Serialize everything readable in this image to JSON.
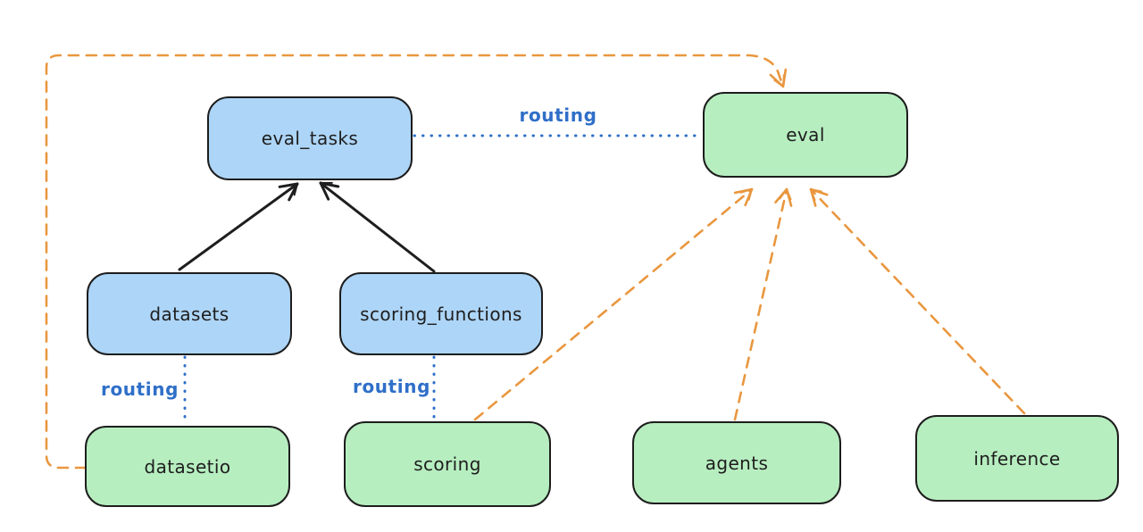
{
  "nodes": {
    "eval_tasks": {
      "label": "eval_tasks",
      "fill": "#add5f7"
    },
    "eval": {
      "label": "eval",
      "fill": "#b7eec0"
    },
    "datasets": {
      "label": "datasets",
      "fill": "#add5f7"
    },
    "scoring_functions": {
      "label": "scoring_functions",
      "fill": "#add5f7"
    },
    "datasetio": {
      "label": "datasetio",
      "fill": "#b7eec0"
    },
    "scoring": {
      "label": "scoring",
      "fill": "#b7eec0"
    },
    "agents": {
      "label": "agents",
      "fill": "#b7eec0"
    },
    "inference": {
      "label": "inference",
      "fill": "#b7eec0"
    }
  },
  "edge_labels": {
    "routing_top": "routing",
    "routing_datasets": "routing",
    "routing_scoring": "routing"
  },
  "edges": [
    {
      "from": "datasets",
      "to": "eval_tasks",
      "style": "solid-arrow",
      "color": "#1e1e1e"
    },
    {
      "from": "scoring_functions",
      "to": "eval_tasks",
      "style": "solid-arrow",
      "color": "#1e1e1e"
    },
    {
      "from": "eval_tasks",
      "to": "eval",
      "style": "dotted",
      "color": "#2f6fc8",
      "label": "routing"
    },
    {
      "from": "datasets",
      "to": "datasetio",
      "style": "dotted",
      "color": "#2f6fc8",
      "label": "routing"
    },
    {
      "from": "scoring_functions",
      "to": "scoring",
      "style": "dotted",
      "color": "#2f6fc8",
      "label": "routing"
    },
    {
      "from": "datasetio",
      "to": "eval",
      "style": "dashed-arrow",
      "color": "#e9973f"
    },
    {
      "from": "scoring",
      "to": "eval",
      "style": "dashed-arrow",
      "color": "#e9973f"
    },
    {
      "from": "agents",
      "to": "eval",
      "style": "dashed-arrow",
      "color": "#e9973f"
    },
    {
      "from": "inference",
      "to": "eval",
      "style": "dashed-arrow",
      "color": "#e9973f"
    }
  ],
  "colors": {
    "node_blue": "#add5f7",
    "node_green": "#b7eec0",
    "stroke": "#1e1e1e",
    "routing_blue": "#2f6fc8",
    "orange": "#e9973f",
    "background": "#ffffff"
  }
}
